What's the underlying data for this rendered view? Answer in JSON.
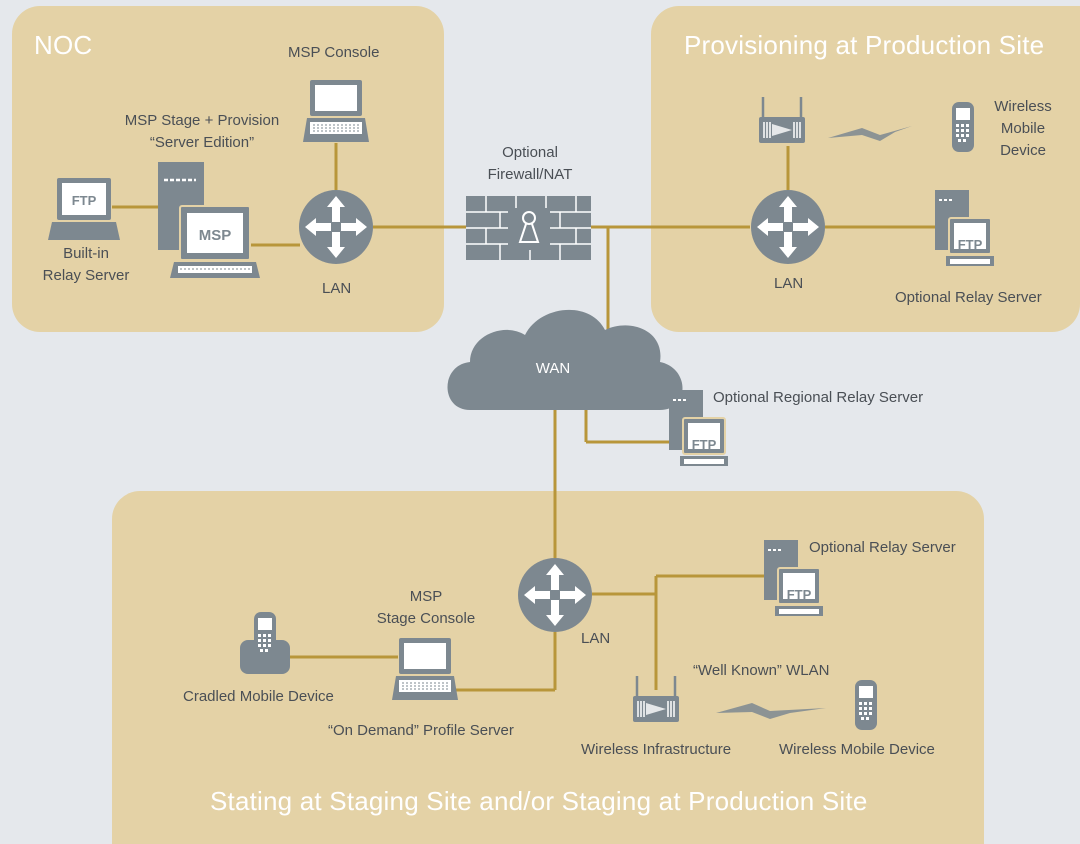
{
  "zones": {
    "noc": "NOC",
    "provisioning": "Provisioning at Production Site",
    "staging": "Stating at Staging Site and/or Staging at Production Site"
  },
  "noc": {
    "msp_console": "MSP Console",
    "msp_stage_line1": "MSP Stage + Provision",
    "msp_stage_line2": "“Server Edition”",
    "builtin_line1": "Built-in",
    "builtin_line2": "Relay Server",
    "lan": "LAN"
  },
  "core": {
    "firewall_line1": "Optional",
    "firewall_line2": "Firewall/NAT",
    "wan": "WAN",
    "regional_relay": "Optional Regional Relay Server"
  },
  "provisioning": {
    "wireless_line1": "Wireless",
    "wireless_line2": "Mobile",
    "wireless_line3": "Device",
    "lan": "LAN",
    "relay": "Optional Relay Server"
  },
  "staging": {
    "msp_line1": "MSP",
    "msp_line2": "Stage Console",
    "lan": "LAN",
    "relay": "Optional Relay Server",
    "cradled": "Cradled Mobile Device",
    "on_demand": "“On Demand” Profile Server",
    "wlan": "“Well Known” WLAN",
    "infra": "Wireless Infrastructure",
    "mobile": "Wireless Mobile Device"
  },
  "icons": {
    "ftp": "FTP",
    "msp": "MSP"
  },
  "colors": {
    "zone": "#e4d2a6",
    "background": "#e5e8ec",
    "device": "#7d8890",
    "link": "#b8963a"
  }
}
